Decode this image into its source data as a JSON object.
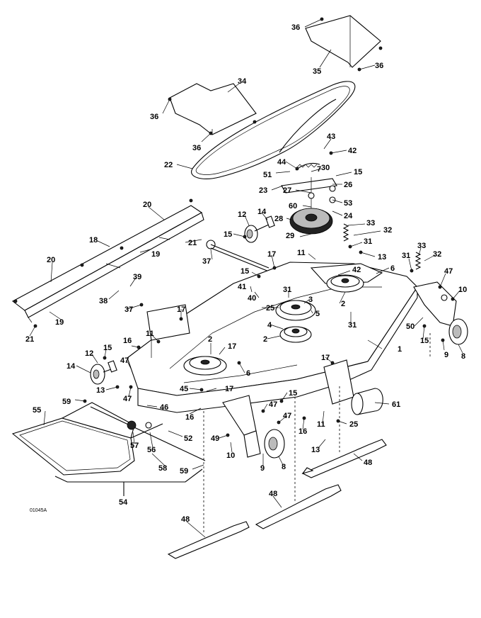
{
  "drawing_code": "01045A",
  "callouts": [
    {
      "id": "c1",
      "text": "36"
    },
    {
      "id": "c2",
      "text": "35"
    },
    {
      "id": "c3",
      "text": "36"
    },
    {
      "id": "c4",
      "text": "34"
    },
    {
      "id": "c5",
      "text": "36"
    },
    {
      "id": "c6",
      "text": "36"
    },
    {
      "id": "c7",
      "text": "22"
    },
    {
      "id": "c8",
      "text": "43"
    },
    {
      "id": "c9",
      "text": "42"
    },
    {
      "id": "c10",
      "text": "44"
    },
    {
      "id": "c11",
      "text": "30"
    },
    {
      "id": "c12",
      "text": "7"
    },
    {
      "id": "c13",
      "text": "51"
    },
    {
      "id": "c14",
      "text": "15"
    },
    {
      "id": "c15",
      "text": "26"
    },
    {
      "id": "c16",
      "text": "23"
    },
    {
      "id": "c17",
      "text": "27"
    },
    {
      "id": "c18",
      "text": "53"
    },
    {
      "id": "c19",
      "text": "60"
    },
    {
      "id": "c20",
      "text": "24"
    },
    {
      "id": "c21",
      "text": "28"
    },
    {
      "id": "c22",
      "text": "33"
    },
    {
      "id": "c23",
      "text": "32"
    },
    {
      "id": "c24",
      "text": "29"
    },
    {
      "id": "c25",
      "text": "31"
    },
    {
      "id": "c26",
      "text": "13"
    },
    {
      "id": "c27",
      "text": "20"
    },
    {
      "id": "c28",
      "text": "12"
    },
    {
      "id": "c29",
      "text": "14"
    },
    {
      "id": "c30",
      "text": "15"
    },
    {
      "id": "c31",
      "text": "21"
    },
    {
      "id": "c32",
      "text": "18"
    },
    {
      "id": "c33",
      "text": "19"
    },
    {
      "id": "c34",
      "text": "37"
    },
    {
      "id": "c35",
      "text": "17"
    },
    {
      "id": "c36",
      "text": "11"
    },
    {
      "id": "c37",
      "text": "15"
    },
    {
      "id": "c38",
      "text": "42"
    },
    {
      "id": "c39",
      "text": "6"
    },
    {
      "id": "c40",
      "text": "31"
    },
    {
      "id": "c41",
      "text": "33"
    },
    {
      "id": "c42",
      "text": "32"
    },
    {
      "id": "c43",
      "text": "20"
    },
    {
      "id": "c44",
      "text": "39"
    },
    {
      "id": "c45",
      "text": "41"
    },
    {
      "id": "c46",
      "text": "31"
    },
    {
      "id": "c47",
      "text": "47"
    },
    {
      "id": "c48",
      "text": "10"
    },
    {
      "id": "c49",
      "text": "38"
    },
    {
      "id": "c50",
      "text": "40"
    },
    {
      "id": "c51",
      "text": "3"
    },
    {
      "id": "c52",
      "text": "2"
    },
    {
      "id": "c53",
      "text": "37"
    },
    {
      "id": "c54",
      "text": "25"
    },
    {
      "id": "c55",
      "text": "5"
    },
    {
      "id": "c56",
      "text": "19"
    },
    {
      "id": "c57",
      "text": "17"
    },
    {
      "id": "c58",
      "text": "4"
    },
    {
      "id": "c59",
      "text": "31"
    },
    {
      "id": "c60",
      "text": "50"
    },
    {
      "id": "c61",
      "text": "21"
    },
    {
      "id": "c62",
      "text": "2"
    },
    {
      "id": "c63",
      "text": "15"
    },
    {
      "id": "c64",
      "text": "8"
    },
    {
      "id": "c65",
      "text": "1"
    },
    {
      "id": "c66",
      "text": "9"
    },
    {
      "id": "c67",
      "text": "16"
    },
    {
      "id": "c68",
      "text": "11"
    },
    {
      "id": "c69",
      "text": "2"
    },
    {
      "id": "c70",
      "text": "17"
    },
    {
      "id": "c71",
      "text": "12"
    },
    {
      "id": "c72",
      "text": "15"
    },
    {
      "id": "c73",
      "text": "17"
    },
    {
      "id": "c74",
      "text": "14"
    },
    {
      "id": "c75",
      "text": "47"
    },
    {
      "id": "c76",
      "text": "6"
    },
    {
      "id": "c77",
      "text": "13"
    },
    {
      "id": "c78",
      "text": "47"
    },
    {
      "id": "c79",
      "text": "45"
    },
    {
      "id": "c80",
      "text": "17"
    },
    {
      "id": "c81",
      "text": "59"
    },
    {
      "id": "c82",
      "text": "15"
    },
    {
      "id": "c83",
      "text": "61"
    },
    {
      "id": "c84",
      "text": "16"
    },
    {
      "id": "c85",
      "text": "47"
    },
    {
      "id": "c86",
      "text": "46"
    },
    {
      "id": "c87",
      "text": "55"
    },
    {
      "id": "c88",
      "text": "47"
    },
    {
      "id": "c89",
      "text": "11"
    },
    {
      "id": "c90",
      "text": "25"
    },
    {
      "id": "c91",
      "text": "16"
    },
    {
      "id": "c92",
      "text": "52"
    },
    {
      "id": "c93",
      "text": "57"
    },
    {
      "id": "c94",
      "text": "49"
    },
    {
      "id": "c95",
      "text": "56"
    },
    {
      "id": "c96",
      "text": "10"
    },
    {
      "id": "c97",
      "text": "13"
    },
    {
      "id": "c98",
      "text": "48"
    },
    {
      "id": "c99",
      "text": "58"
    },
    {
      "id": "c100",
      "text": "9"
    },
    {
      "id": "c101",
      "text": "8"
    },
    {
      "id": "c102",
      "text": "59"
    },
    {
      "id": "c103",
      "text": "54"
    },
    {
      "id": "c104",
      "text": "48"
    },
    {
      "id": "c105",
      "text": "48"
    }
  ]
}
